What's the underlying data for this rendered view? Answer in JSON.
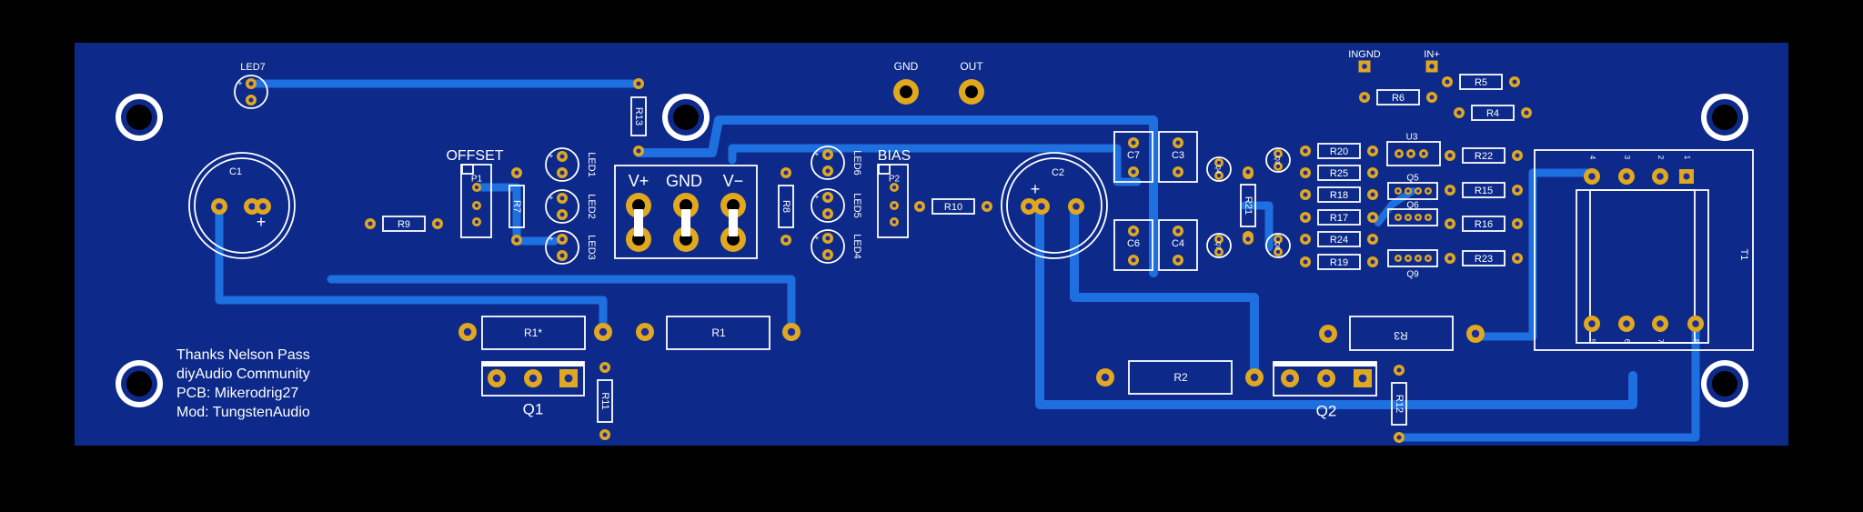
{
  "board": {
    "colors": {
      "background": "#000000",
      "board": "#0d2a8a",
      "pad": "#e0a81e",
      "trace": "#1e6fe0",
      "silk": "#ffffff"
    },
    "credits": [
      "Thanks Nelson Pass",
      "diyAudio Community",
      "PCB: Mikerodrig27",
      "Mod: TungstenAudio"
    ],
    "section_labels": {
      "offset": "OFFSET",
      "bias": "BIAS"
    },
    "power_terminals": [
      "V+",
      "GND",
      "V−"
    ],
    "top_terminals": [
      "GND",
      "OUT"
    ],
    "input_terminals": [
      "INGND",
      "IN+"
    ],
    "components": {
      "led7": "LED7",
      "c1": "C1",
      "p1": "P1",
      "r9": "R9",
      "r7": "R7",
      "led1": "LED1",
      "led2": "LED2",
      "led3": "LED3",
      "r13": "R13",
      "r8": "R8",
      "led6": "LED6",
      "led5": "LED5",
      "led4": "LED4",
      "p2": "P2",
      "r10": "R10",
      "c2": "C2",
      "c7": "C7",
      "c3": "C3",
      "c6": "C6",
      "c4": "C4",
      "q4": "Q4",
      "q3": "Q3",
      "q7": "Q7",
      "q8": "Q8",
      "r21": "R21",
      "r20": "R20",
      "r25": "R25",
      "r18": "R18",
      "r17": "R17",
      "r24": "R24",
      "r19": "R19",
      "r6": "R6",
      "r5": "R5",
      "r4": "R4",
      "u3": "U3",
      "q5": "Q5",
      "q6": "Q6",
      "q9": "Q9",
      "r22": "R22",
      "r15": "R15",
      "r16": "R16",
      "r23": "R23",
      "t1": "T1",
      "r1_star": "R1*",
      "r1": "R1",
      "q1": "Q1",
      "r11": "R11",
      "r2": "R2",
      "q2": "Q2",
      "r12": "R12",
      "r3": "R3"
    },
    "t1_pins_top": [
      "4",
      "3",
      "2",
      "1"
    ],
    "t1_pins_bottom": [
      "5",
      "6",
      "7",
      "8"
    ],
    "polarity_mark": "+"
  }
}
